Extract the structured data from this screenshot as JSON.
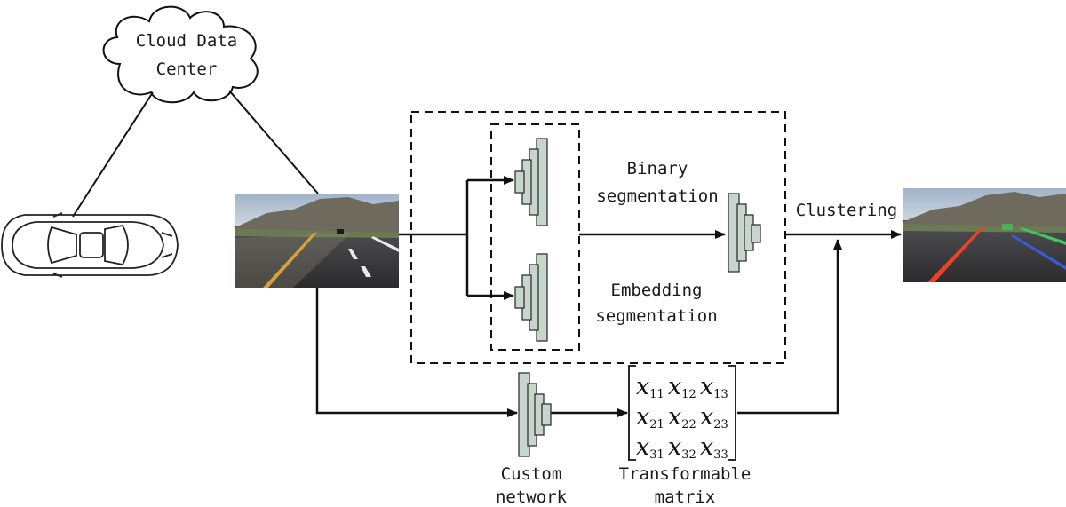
{
  "labels": {
    "cloud_line1": "Cloud Data",
    "cloud_line2": "Center",
    "binary_line1": "Binary",
    "binary_line2": "segmentation",
    "embedding_line1": "Embedding",
    "embedding_line2": "segmentation",
    "clustering": "Clustering",
    "custom_line1": "Custom",
    "custom_line2": "network",
    "transform_line1": "Transformable",
    "transform_line2": "matrix"
  },
  "matrix": {
    "base": "x",
    "rows": [
      [
        "11",
        "12",
        "13"
      ],
      [
        "21",
        "22",
        "23"
      ],
      [
        "31",
        "32",
        "33"
      ]
    ]
  },
  "colors": {
    "line": "#111111",
    "network_block": "#c8d5cc",
    "lane_red": "#e8432a",
    "lane_green": "#3fc95a",
    "lane_blue": "#3a5bd9"
  }
}
